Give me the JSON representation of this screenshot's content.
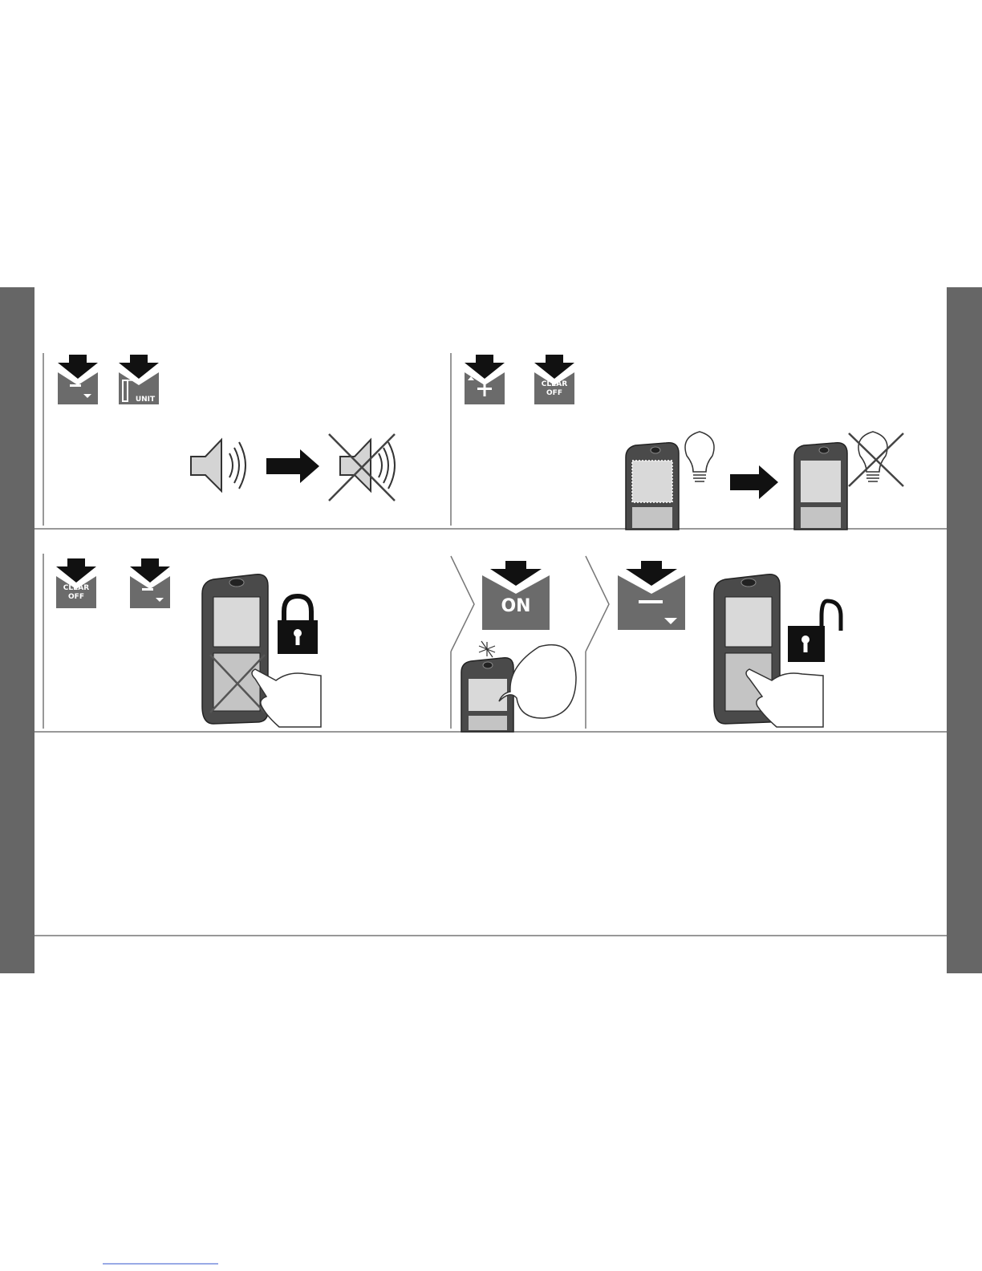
{
  "colors": {
    "side_bar": "#666666",
    "key_fill": "#6b6b6b",
    "arrow": "#111111",
    "rule": "#777777",
    "device_body": "#4a4a4a",
    "device_screen": "#d9d9d9",
    "device_pad": "#c4c4c4"
  },
  "steps": {
    "beep": {
      "keys": [
        {
          "icon": "minus-down-key-icon"
        },
        {
          "icon": "unit-key-icon",
          "label": "UNIT"
        }
      ]
    },
    "backlight": {
      "keys": [
        {
          "icon": "plus-up-key-icon"
        },
        {
          "icon": "clear-off-key-icon",
          "label": "CLEAR\nOFF",
          "line1": "CLEAR",
          "line2": "OFF"
        }
      ]
    },
    "lock": {
      "keys": [
        {
          "icon": "clear-off-key-icon",
          "line1": "CLEAR",
          "line2": "OFF"
        },
        {
          "icon": "minus-down-key-icon"
        }
      ]
    },
    "unlock": {
      "keys": [
        {
          "icon": "on-key-icon",
          "label": "ON"
        },
        {
          "icon": "minus-down-key-icon"
        }
      ]
    }
  }
}
